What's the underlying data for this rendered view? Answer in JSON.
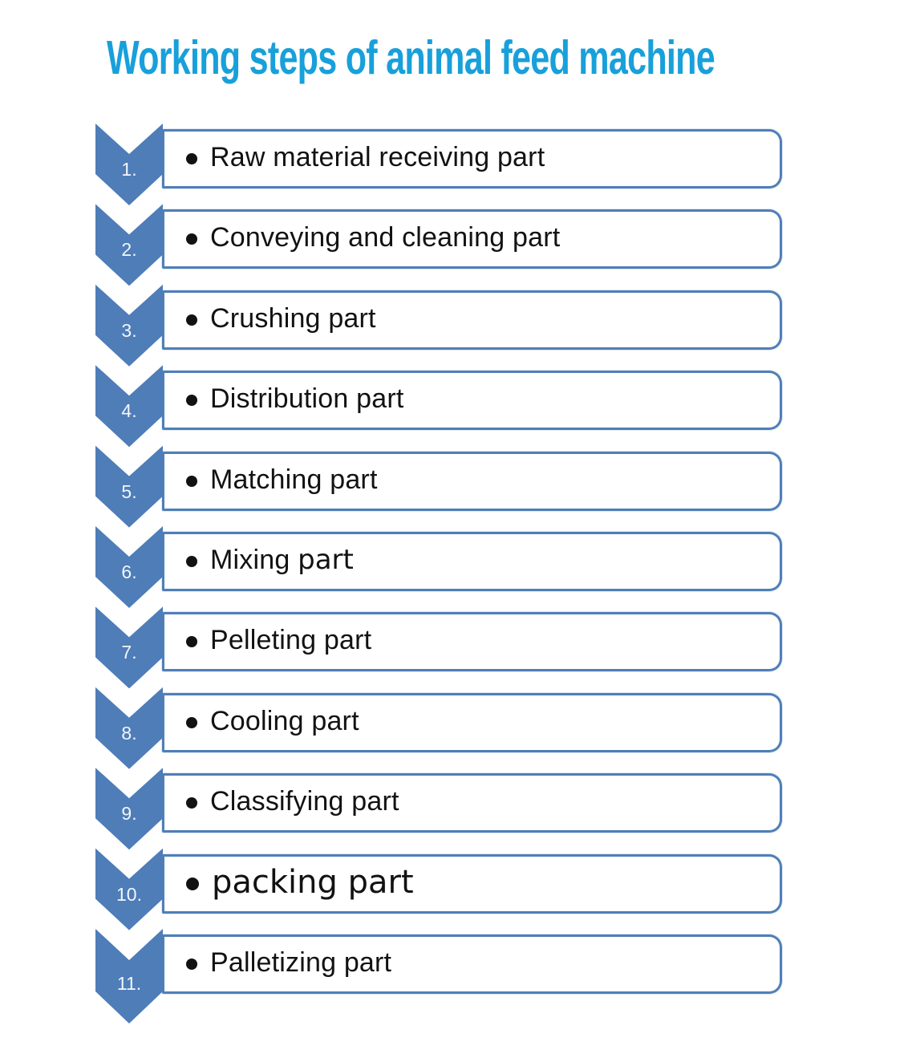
{
  "title": {
    "text": "Working steps of animal feed machine"
  },
  "colors": {
    "background": "#ffffff",
    "title": "#18a0da",
    "chevron": "#4e7db8",
    "box_border": "#4f7fb8",
    "number": "#f2f6fb",
    "text": "#121212"
  },
  "steps": [
    {
      "num": "1.",
      "parts": [
        {
          "text": "Raw material receiving part",
          "font": "narrow"
        }
      ]
    },
    {
      "num": "2.",
      "parts": [
        {
          "text": "Conveying and cleaning part",
          "font": "narrow"
        }
      ]
    },
    {
      "num": "3.",
      "parts": [
        {
          "text": "Crushing part",
          "font": "narrow"
        }
      ]
    },
    {
      "num": "4.",
      "parts": [
        {
          "text": "Distribution part",
          "font": "narrow"
        }
      ]
    },
    {
      "num": "5.",
      "parts": [
        {
          "text": "Matching part",
          "font": "narrow"
        }
      ]
    },
    {
      "num": "6.",
      "parts": [
        {
          "text": "Mixing ",
          "font": "narrow"
        },
        {
          "text": "part",
          "font": "wide"
        }
      ]
    },
    {
      "num": "7.",
      "parts": [
        {
          "text": "Pelleting part",
          "font": "narrow"
        }
      ]
    },
    {
      "num": "8.",
      "parts": [
        {
          "text": "Cooling part",
          "font": "narrow"
        }
      ]
    },
    {
      "num": "9.",
      "parts": [
        {
          "text": "Classifying part",
          "font": "narrow"
        }
      ]
    },
    {
      "num": "10.",
      "parts": [
        {
          "text": "packing part",
          "font": "wide-large"
        }
      ]
    },
    {
      "num": "11.",
      "parts": [
        {
          "text": "Palletizing part",
          "font": "narrow"
        }
      ]
    }
  ]
}
